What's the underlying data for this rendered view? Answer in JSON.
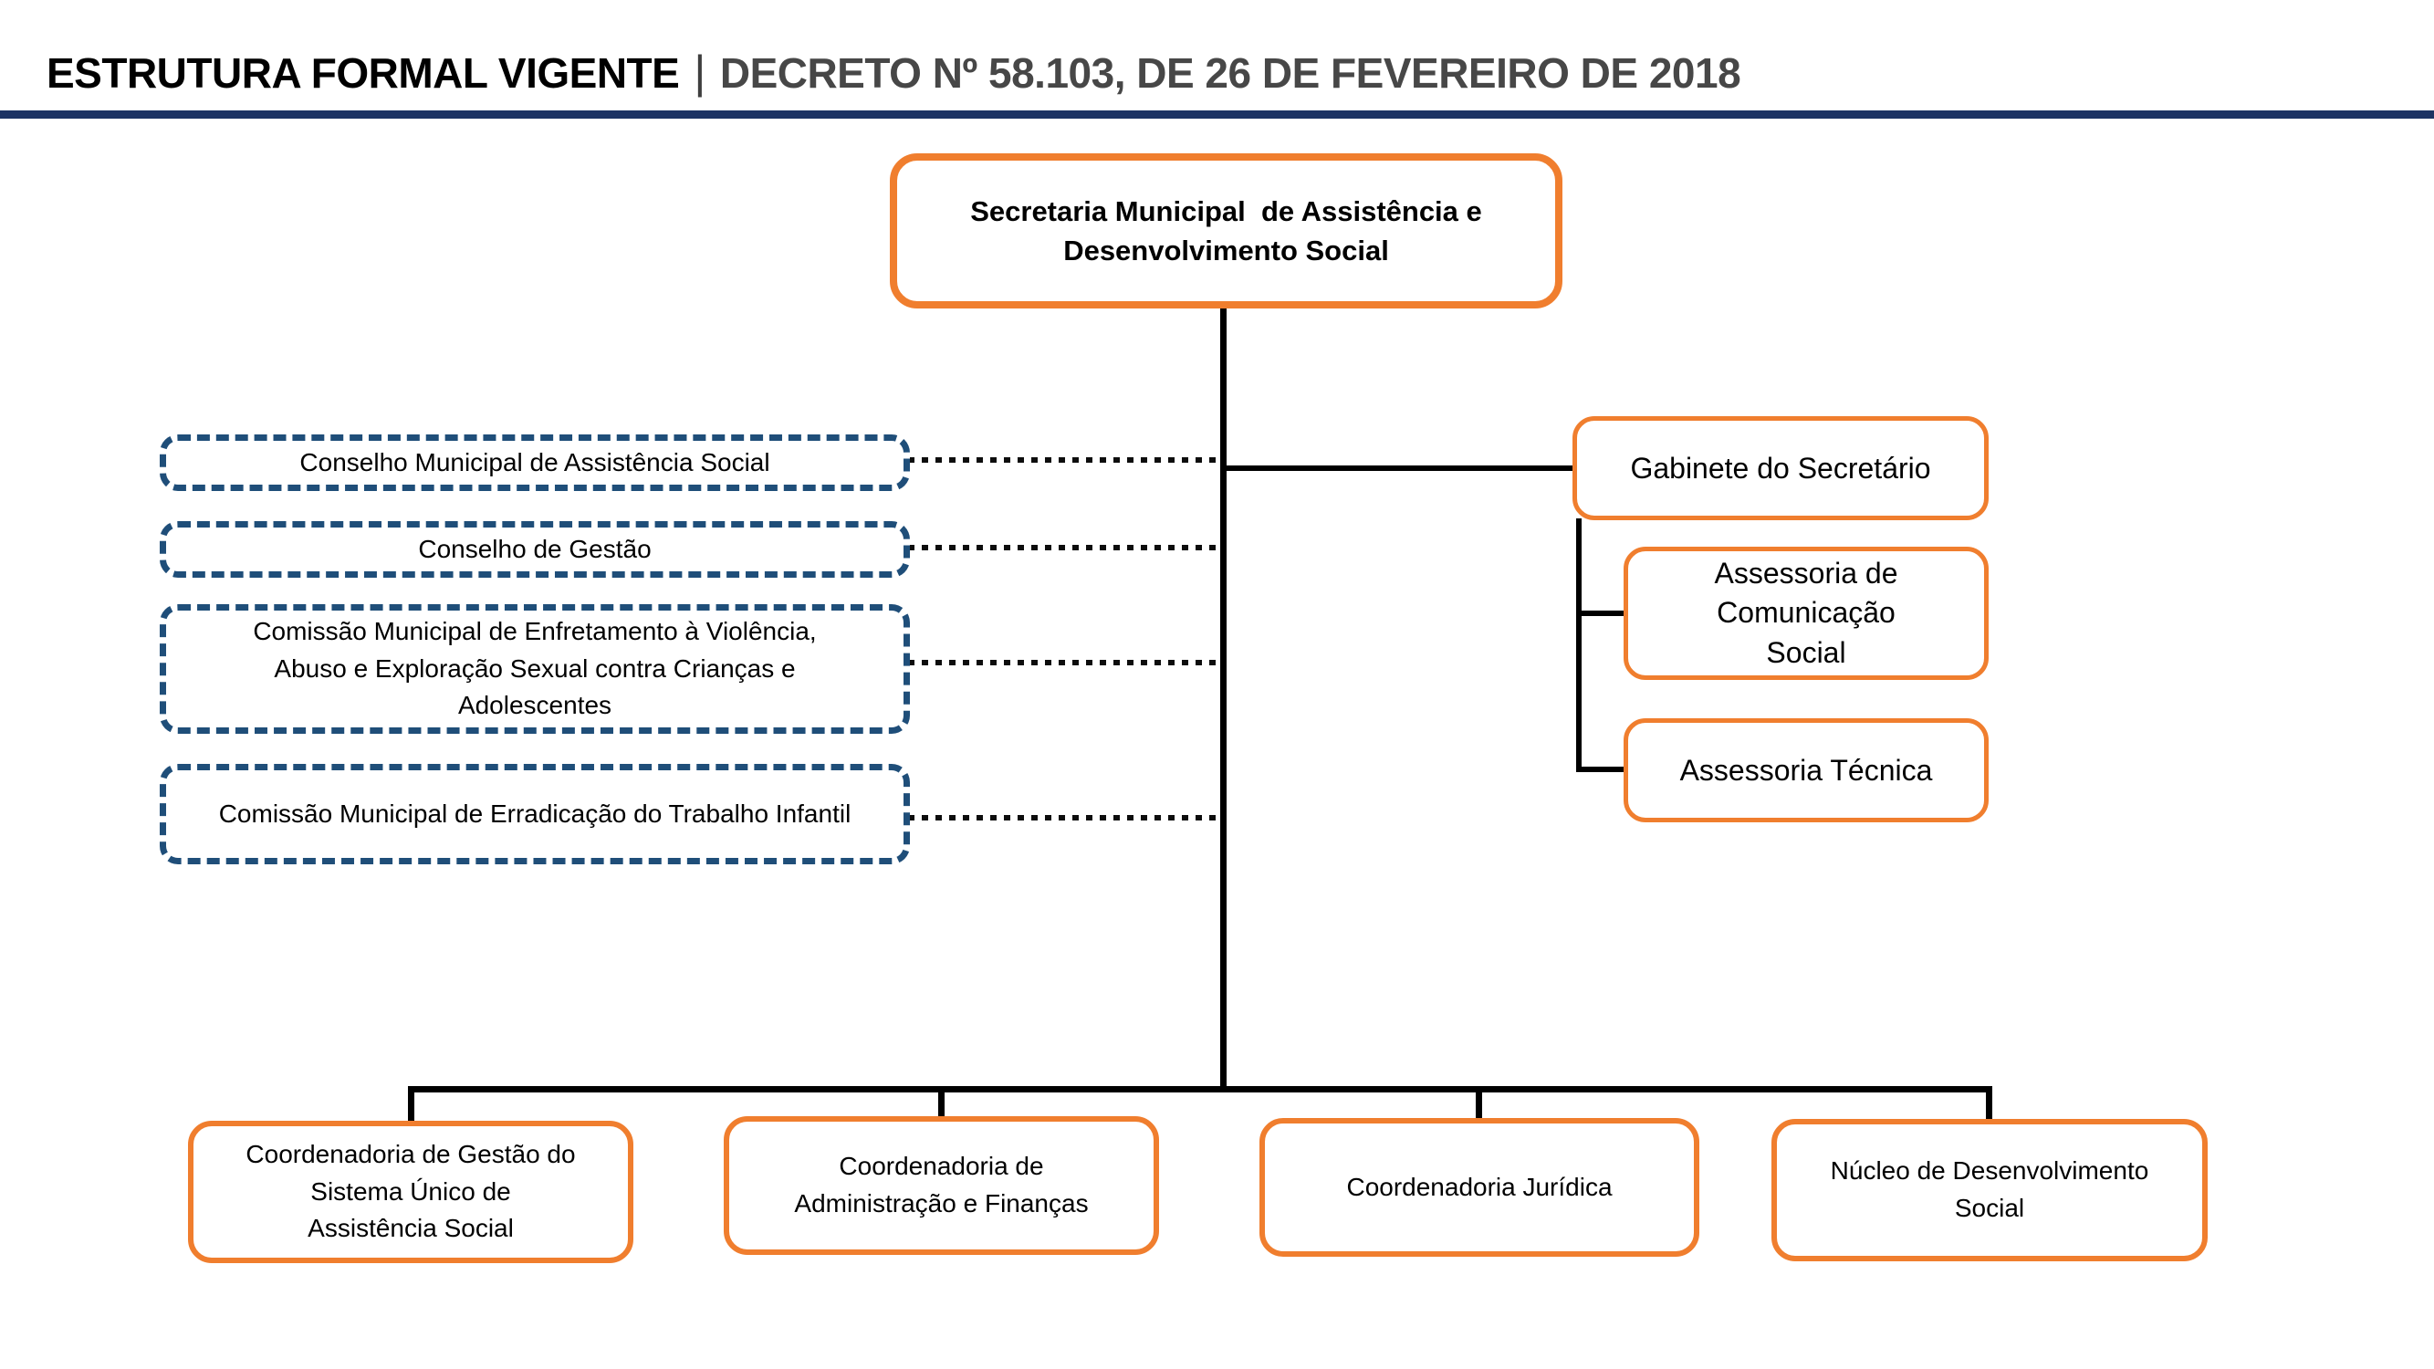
{
  "header": {
    "title_primary": "ESTRUTURA FORMAL VIGENTE",
    "title_separator": "|",
    "title_secondary": "DECRETO Nº 58.103, DE 26 DE FEVEREIRO DE 2018"
  },
  "colors": {
    "orange_border": "#f07e2e",
    "navy_dashed_border": "#1f4e79",
    "header_rule": "#1c3363",
    "connector": "#000000"
  },
  "org": {
    "root": {
      "label": "Secretaria Municipal  de Assistência e Desenvolvimento Social"
    },
    "advisory_left": [
      {
        "label": "Conselho Municipal de Assistência Social"
      },
      {
        "label": "Conselho de Gestão"
      },
      {
        "label": "Comissão Municipal de Enfretamento à Violência, Abuso e Exploração Sexual contra Crianças e Adolescentes"
      },
      {
        "label": "Comissão Municipal de Erradicação do Trabalho Infantil"
      }
    ],
    "right_branch": {
      "cabinet": {
        "label": "Gabinete do Secretário"
      },
      "children": [
        {
          "label": "Assessoria de Comunicação Social"
        },
        {
          "label": "Assessoria Técnica"
        }
      ]
    },
    "bottom_row": [
      {
        "label": "Coordenadoria de Gestão do Sistema Único de Assistência Social"
      },
      {
        "label": "Coordenadoria de Administração e Finanças"
      },
      {
        "label": "Coordenadoria Jurídica"
      },
      {
        "label": "Núcleo de Desenvolvimento Social"
      }
    ]
  }
}
